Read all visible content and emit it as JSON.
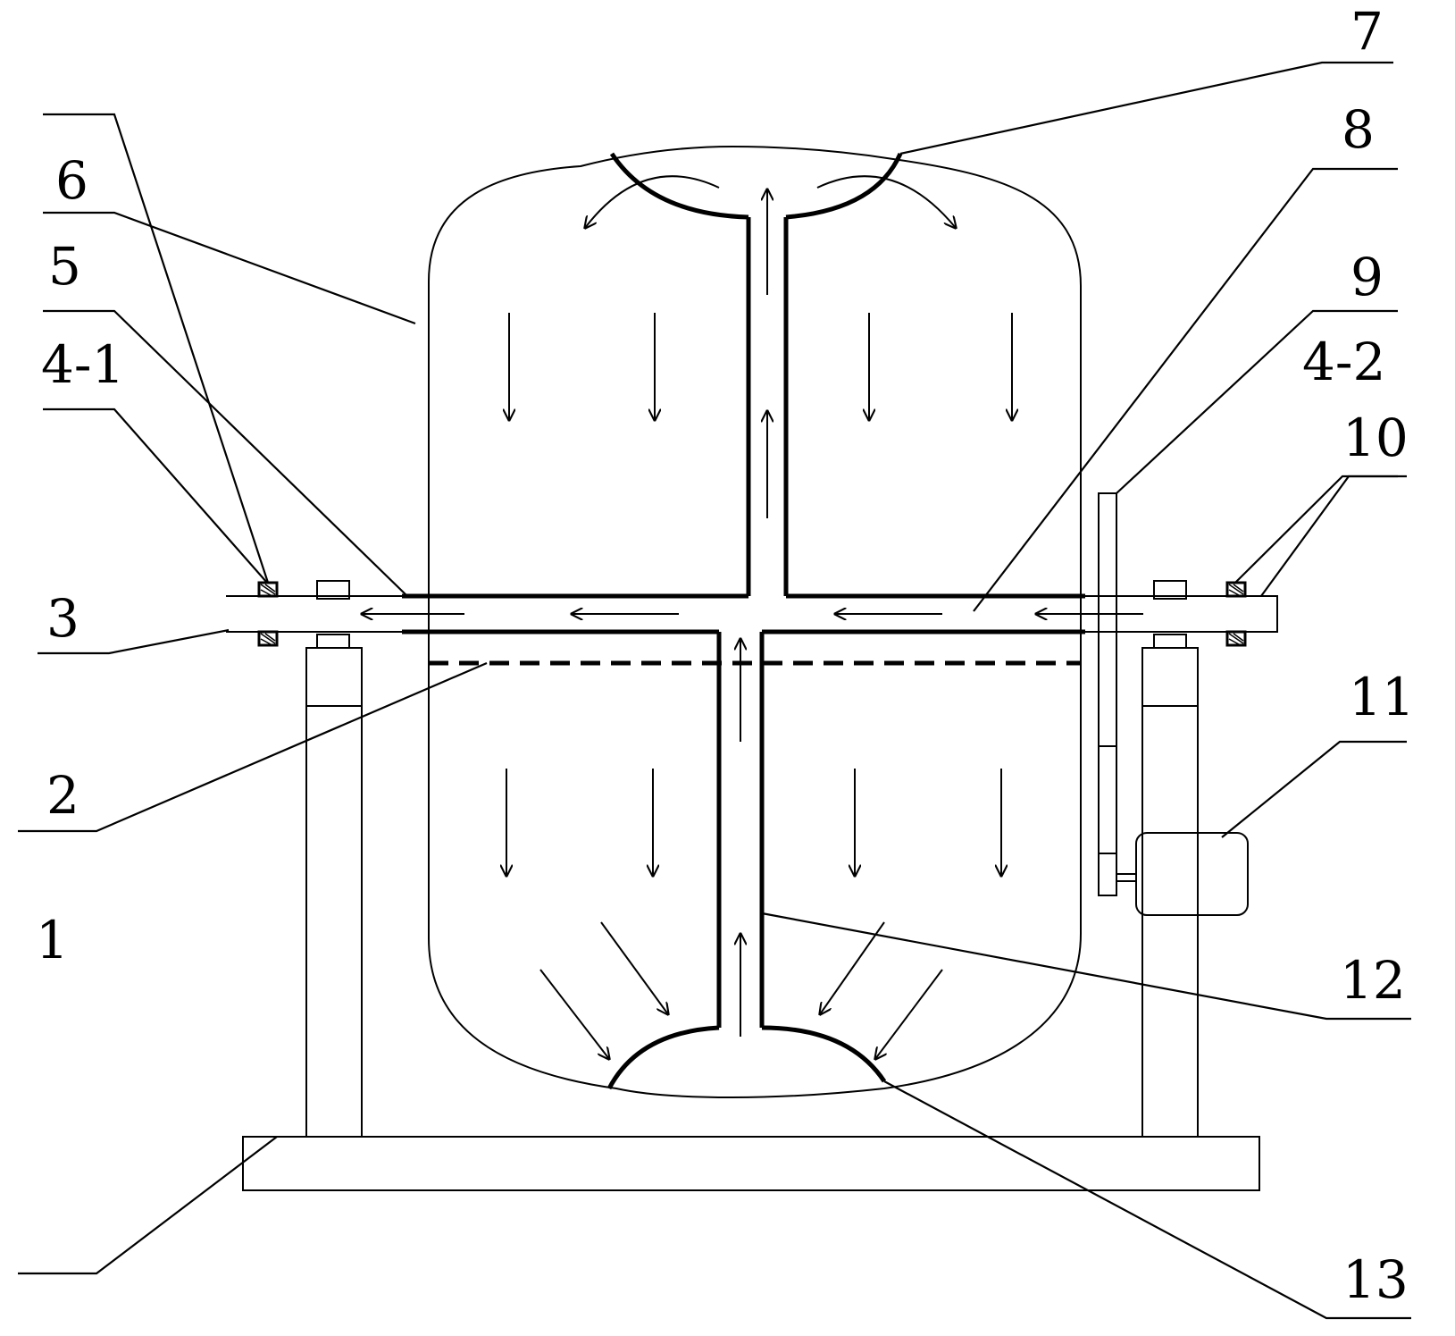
{
  "labels": {
    "l1": "1",
    "l2": "2",
    "l3": "3",
    "l4_1": "4-1",
    "l4_2": "4-2",
    "l5": "5",
    "l6": "6",
    "l7": "7",
    "l8": "8",
    "l9": "9",
    "l10": "10",
    "l11": "11",
    "l12": "12",
    "l13": "13"
  }
}
